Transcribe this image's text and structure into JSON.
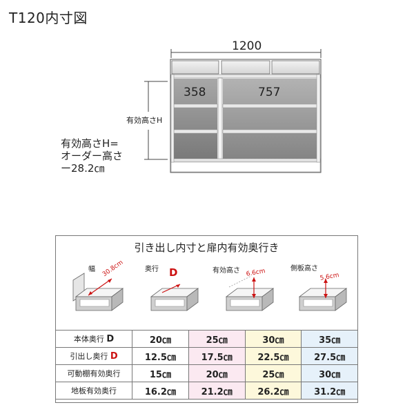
{
  "page": {
    "title": "T120内寸図"
  },
  "cabinet": {
    "total_width": "1200",
    "inner_left_width": "358",
    "inner_right_width": "757",
    "height_label": "有効高さH",
    "height_note": [
      "有効高さH=",
      "オーダー高さ",
      "ー28.2㎝"
    ]
  },
  "spec": {
    "title": "引き出し内寸と扉内有効奥行き",
    "illustrations": [
      {
        "caption": "幅",
        "dim": "30.8cm"
      },
      {
        "caption": "奥行",
        "dim": "D"
      },
      {
        "caption": "有効高さ",
        "dim": "6.6cm"
      },
      {
        "caption": "側板高さ",
        "dim": "5.6cm"
      }
    ],
    "rows": [
      {
        "label": "本体奥行",
        "suffix": "D",
        "values": [
          "20㎝",
          "25㎝",
          "30㎝",
          "35㎝"
        ]
      },
      {
        "label": "引出し奥行",
        "suffix": "D",
        "values": [
          "12.5㎝",
          "17.5㎝",
          "22.5㎝",
          "27.5㎝"
        ]
      },
      {
        "label": "可動棚有効奥行",
        "suffix": "",
        "values": [
          "15㎝",
          "20㎝",
          "25㎝",
          "30㎝"
        ]
      },
      {
        "label": "地板有効奥行",
        "suffix": "",
        "values": [
          "16.2㎝",
          "21.2㎝",
          "26.2㎝",
          "31.2㎝"
        ]
      }
    ]
  }
}
